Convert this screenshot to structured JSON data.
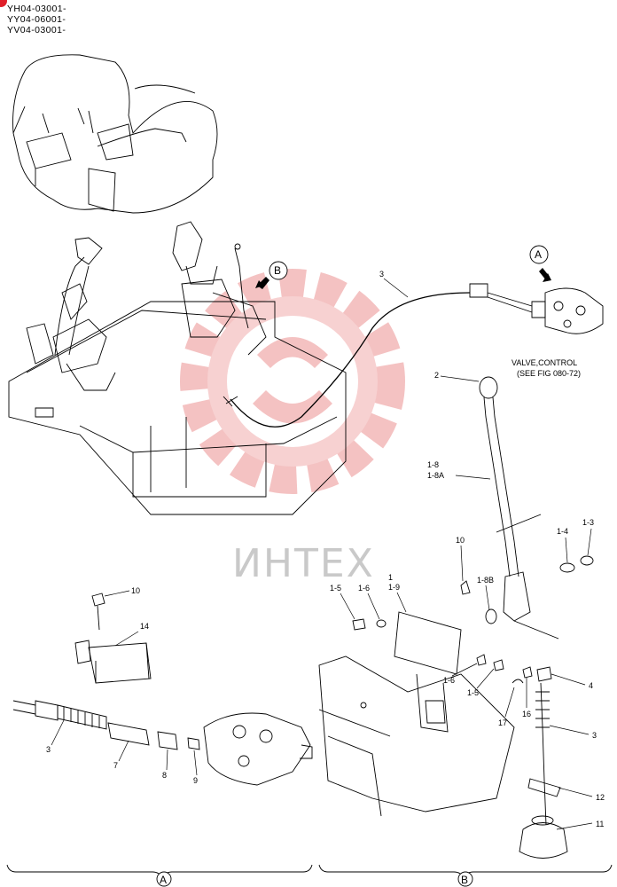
{
  "serials": [
    "YH04-03001-",
    "YY04-06001-",
    "YV04-03001-"
  ],
  "view_markers": {
    "a": "A",
    "b": "B"
  },
  "valve_note": [
    "VALVE,CONTROL",
    "(SEE FIG 080-72)"
  ],
  "watermark": "ИНТЕХ",
  "callouts": {
    "c3_main": "3",
    "c2": "2",
    "c1_8": "1-8",
    "c1_8a": "1-8A",
    "c10_b": "10",
    "c1_8b": "1-8B",
    "c1_4": "1-4",
    "c1_3": "1-3",
    "c1_b": "1",
    "c1_9": "1-9",
    "c1_5_top": "1-5",
    "c1_6_top": "1-6",
    "c1_6_low": "1-6",
    "c1_5_low": "1-5",
    "c17": "17",
    "c16": "16",
    "c4": "4",
    "c3_b": "3",
    "c12": "12",
    "c11": "11",
    "c10_a": "10",
    "c14": "14",
    "c3_a": "3",
    "c7": "7",
    "c8": "8",
    "c9": "9"
  },
  "section_labels": {
    "a": "A",
    "b": "B"
  },
  "colors": {
    "watermark_red": "#f3b8b8",
    "tab_red": "#e0202a",
    "line": "#000000"
  }
}
